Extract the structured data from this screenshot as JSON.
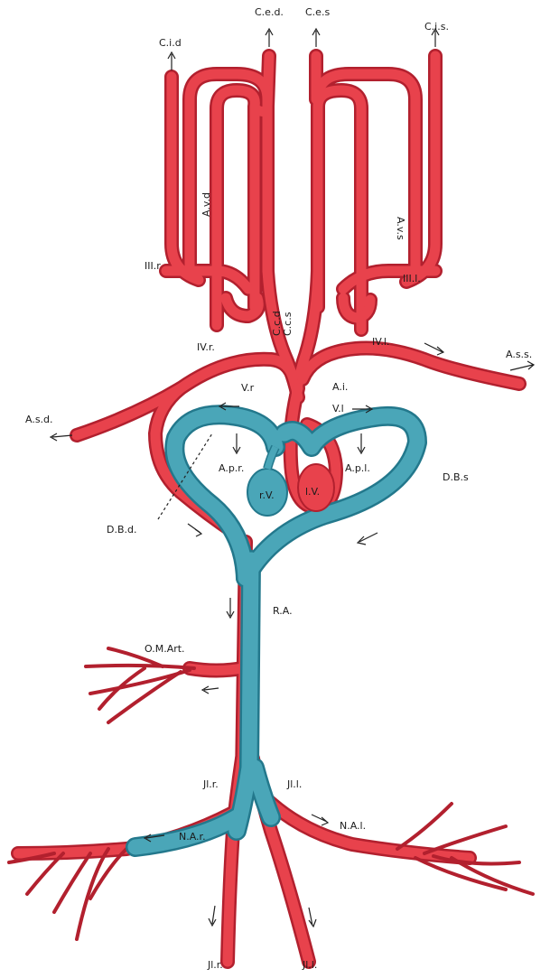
{
  "colors": {
    "arterial": "#e8424c",
    "arterial_edge": "#b2202e",
    "venous": "#4aa6b8",
    "venous_edge": "#23788c",
    "text": "#1a1a1a"
  },
  "labels": {
    "cid": "C.i.d",
    "ced": "C.e.d.",
    "ces": "C.e.s",
    "cis": "C.i.s.",
    "avd": "A.v.d",
    "avs": "A.v.s",
    "iii_r": "III.r",
    "iii_l": "III.l.",
    "ccd": "C.c.d",
    "ccs": "C.c.s",
    "iv_r": "IV.r.",
    "iv_l": "IV.l.",
    "ai": "A.i.",
    "vr": "V.r",
    "vl": "V.l",
    "asd": "A.s.d.",
    "ass": "A.s.s.",
    "apr": "A.p.r.",
    "apl": "A.p.l.",
    "rv": "r.V.",
    "lv": "l.V.",
    "dbs": "D.B.s",
    "dbd": "D.B.d.",
    "ra": "R.A.",
    "omart": "O.M.Art.",
    "jl_r_top": "Jl.r.",
    "jl_l_top": "Jl.l.",
    "nar": "N.A.r.",
    "nal": "N.A.l.",
    "jl_r_bottom": "Jl.r.",
    "jl_l_bottom": "Jl.l."
  }
}
